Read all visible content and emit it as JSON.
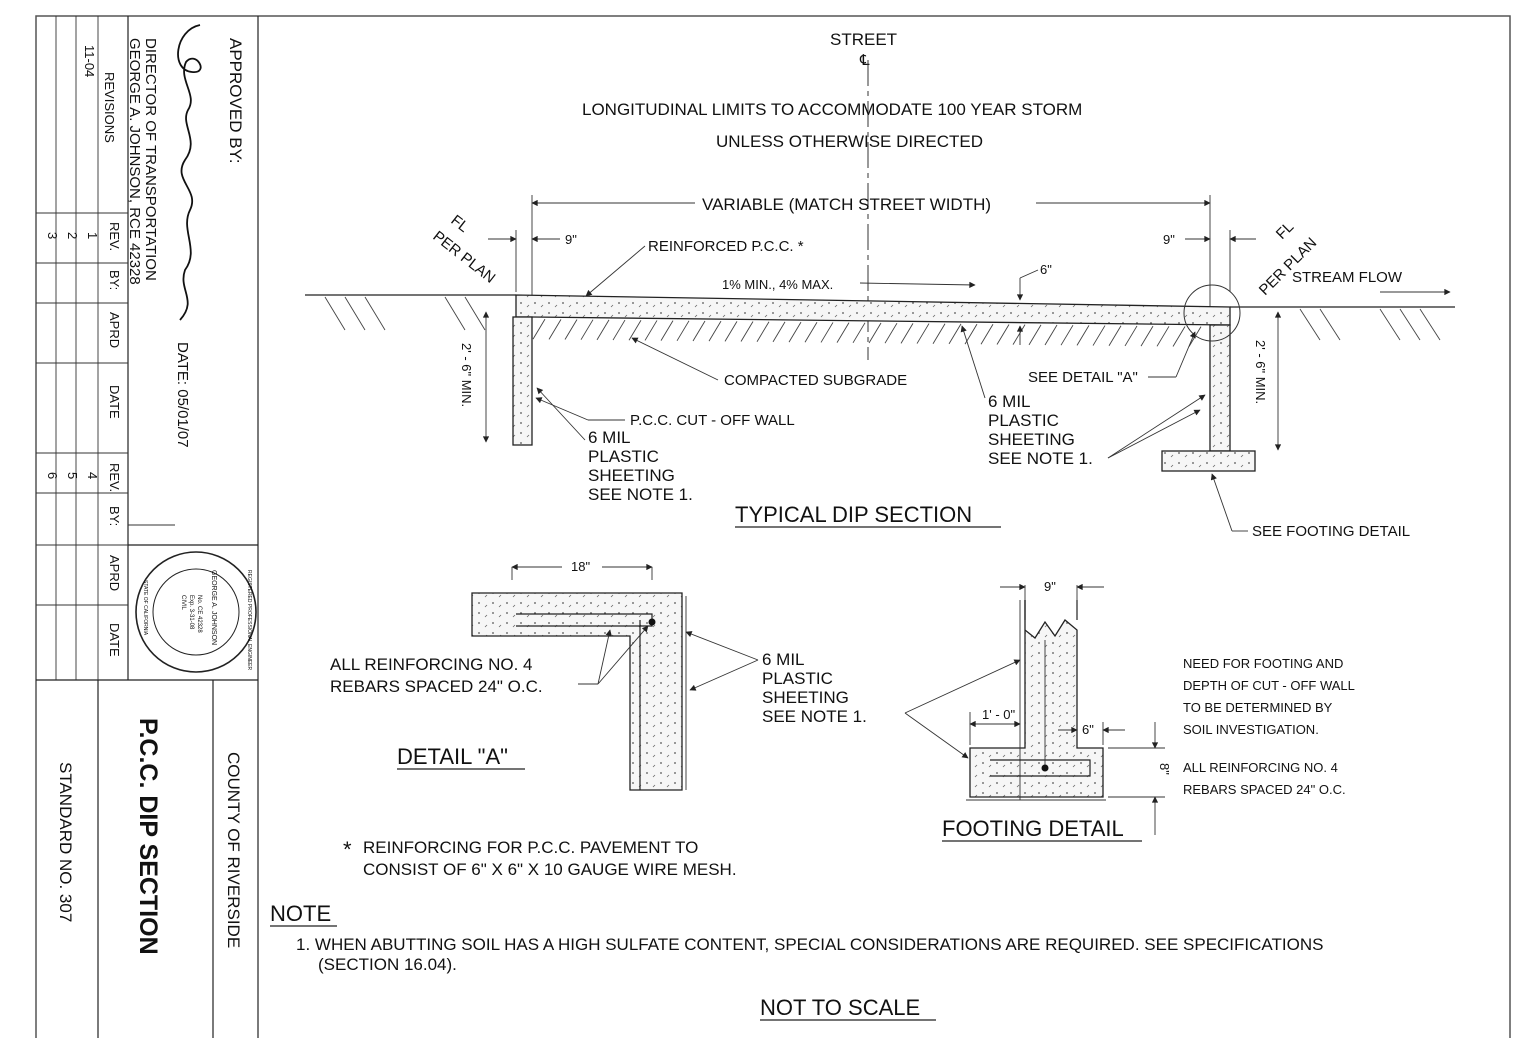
{
  "title_block": {
    "approved_by": "APPROVED BY:",
    "director_title": "DIRECTOR OF TRANSPORTATION",
    "director_name": "GEORGE A. JOHNSON, RCE 42328",
    "date": "DATE: 05/01/07",
    "revisions_label": "REVISIONS",
    "revision_date": "11-04",
    "col_rev": "REV.",
    "col_by": "BY:",
    "col_aprd": "APRD",
    "col_date": "DATE",
    "rev_numbers_left": [
      "1",
      "2",
      "3"
    ],
    "rev_numbers_right": [
      "4",
      "5",
      "6"
    ],
    "county": "COUNTY OF RIVERSIDE",
    "drawing_title": "P.C.C. DIP SECTION",
    "standard_no": "STANDARD NO. 307",
    "seal_outer": "REGISTERED PROFESSIONAL ENGINEER",
    "seal_name": "GEORGE A. JOHNSON",
    "seal_lines": [
      "No. CE 42328",
      "Exp. 3-31-08",
      "CIVIL"
    ],
    "seal_bottom": "STATE OF CALIFORNIA"
  },
  "typical_section": {
    "street": "STREET",
    "centerline": "℄",
    "limits_line1": "LONGITUDINAL LIMITS TO ACCOMMODATE 100 YEAR STORM",
    "limits_line2": "UNLESS OTHERWISE DIRECTED",
    "variable": "VARIABLE (MATCH STREET WIDTH)",
    "dim_9_left": "9\"",
    "dim_9_right": "9\"",
    "reinforced": "REINFORCED P.C.C. *",
    "slope": "1% MIN., 4% MAX.",
    "dim_6": "6\"",
    "fl_left": "FL",
    "per_plan_left": "PER PLAN",
    "fl_right": "FL",
    "per_plan_right": "PER PLAN",
    "stream_flow": "STREAM FLOW",
    "wall_depth_left": "2' - 6\" MIN.",
    "wall_depth_right": "2' - 6\" MIN.",
    "compacted": "COMPACTED SUBGRADE",
    "see_detail_a": "SEE DETAIL \"A\"",
    "cutoff_wall": "P.C.C. CUT - OFF WALL",
    "sheeting_left": [
      "6 MIL",
      "PLASTIC",
      "SHEETING",
      "SEE NOTE 1."
    ],
    "sheeting_mid": [
      "6 MIL",
      "PLASTIC",
      "SHEETING",
      "SEE NOTE 1."
    ],
    "section_title": "TYPICAL DIP SECTION",
    "see_footing": "SEE FOOTING DETAIL"
  },
  "detail_a": {
    "dim_18": "18\"",
    "rebar_line1": "ALL REINFORCING NO. 4",
    "rebar_line2": "REBARS SPACED 24\" O.C.",
    "sheeting": [
      "6 MIL",
      "PLASTIC",
      "SHEETING",
      "SEE NOTE 1."
    ],
    "title": "DETAIL \"A\""
  },
  "footing_detail": {
    "dim_9": "9\"",
    "dim_1_0": "1' - 0\"",
    "dim_6": "6\"",
    "dim_8": "8\"",
    "need_lines": [
      "NEED FOR FOOTING AND",
      "DEPTH OF CUT - OFF WALL",
      "TO BE DETERMINED BY",
      "SOIL INVESTIGATION."
    ],
    "rebar_lines": [
      "ALL REINFORCING NO. 4",
      "REBARS SPACED 24\" O.C."
    ],
    "title": "FOOTING DETAIL"
  },
  "notes": {
    "reinforcing_star": "*",
    "reinforcing_line1": "REINFORCING FOR P.C.C.  PAVEMENT TO",
    "reinforcing_line2": "CONSIST OF 6\" X 6\" X 10 GAUGE WIRE MESH.",
    "note_heading": "NOTE",
    "note1_line1": "1.  WHEN ABUTTING SOIL HAS A HIGH SULFATE CONTENT, SPECIAL CONSIDERATIONS ARE REQUIRED. SEE SPECIFICATIONS",
    "note1_line2": "(SECTION 16.04).",
    "scale": "NOT TO SCALE"
  }
}
